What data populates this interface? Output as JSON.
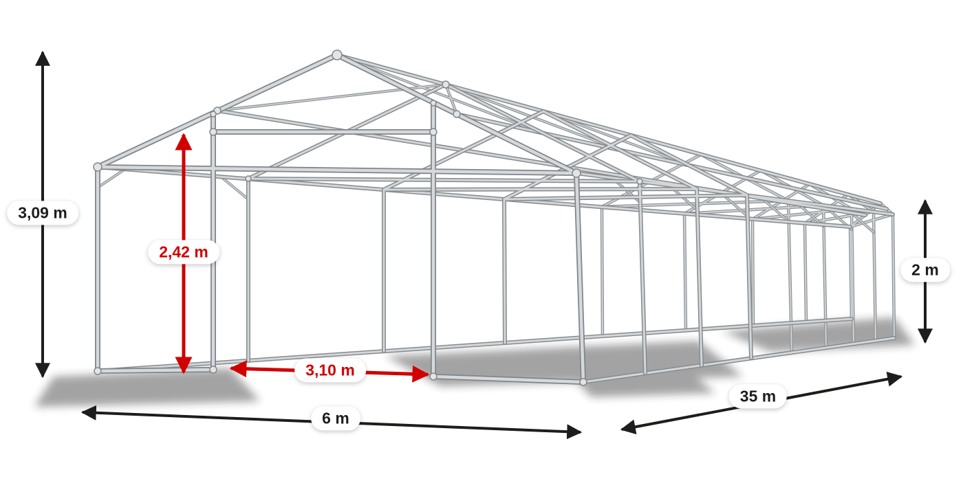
{
  "diagram": {
    "subject": "tent steel frame construction with dimension arrows",
    "colors": {
      "dimension_black": "#1d1d1b",
      "dimension_red": "#d10000",
      "tube_light": "#d6d9db",
      "tube_dark": "#80858a",
      "background": "#ffffff"
    },
    "dimensions": {
      "total_height": "3,09 m",
      "clearance_height": "2,42 m",
      "side_height": "2 m",
      "entrance_width": "3,10 m",
      "width": "6 m",
      "length": "35 m"
    }
  }
}
